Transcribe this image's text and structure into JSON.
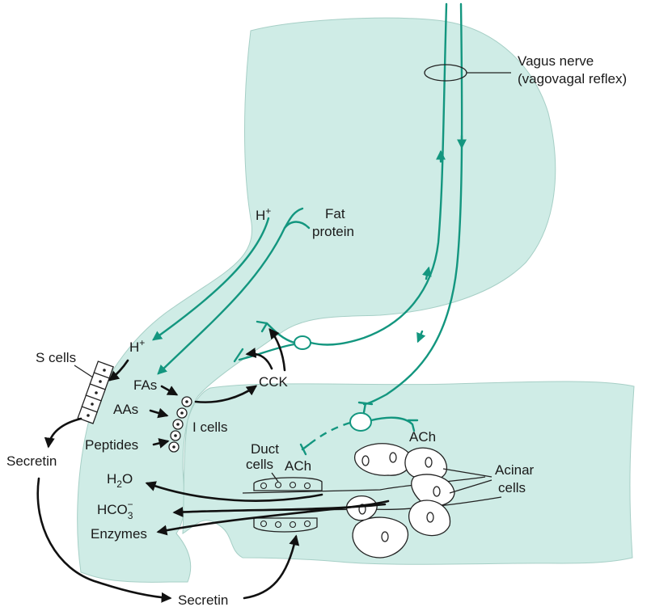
{
  "labels": {
    "vagus_line1": "Vagus nerve",
    "vagus_line2": "(vagovagal reflex)",
    "h_plus_top": "H",
    "h_plus_top_sup": "+",
    "fat": "Fat",
    "protein": "protein",
    "h_plus_mid": "H",
    "h_plus_mid_sup": "+",
    "s_cells": "S cells",
    "fas": "FAs",
    "aas": "AAs",
    "peptides": "Peptides",
    "i_cells": "I cells",
    "cck": "CCK",
    "secretin_left": "Secretin",
    "secretin_bottom": "Secretin",
    "h2o_h": "H",
    "h2o_sub": "2",
    "h2o_o": "O",
    "hco3_main": "HCO",
    "hco3_sub": "3",
    "hco3_sup": "−",
    "enzymes": "Enzymes",
    "duct_line1": "Duct",
    "duct_line2": "cells",
    "ach_duct": "ACh",
    "ach_acinar": "ACh",
    "acinar_line1": "Acinar",
    "acinar_line2": "cells"
  },
  "colors": {
    "tissue": "#cfece6",
    "nerve": "#13967f",
    "arrow": "#111111"
  }
}
